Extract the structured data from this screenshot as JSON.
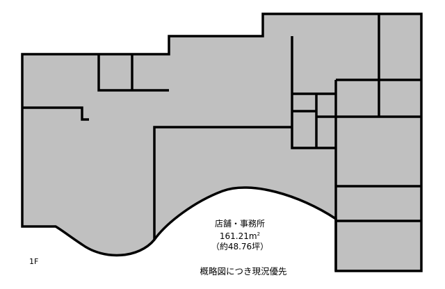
{
  "floor_plan": {
    "floor_label": "1F",
    "room_name": "店舗・事務所",
    "area_sqm": "161.21",
    "area_unit": "m",
    "area_unit_sup": "2",
    "area_tsubo": "（約48.76坪）",
    "note": "概略図につき現況優先"
  },
  "colors": {
    "floor_fill": "#c0c0c0",
    "wall": "#000000"
  }
}
